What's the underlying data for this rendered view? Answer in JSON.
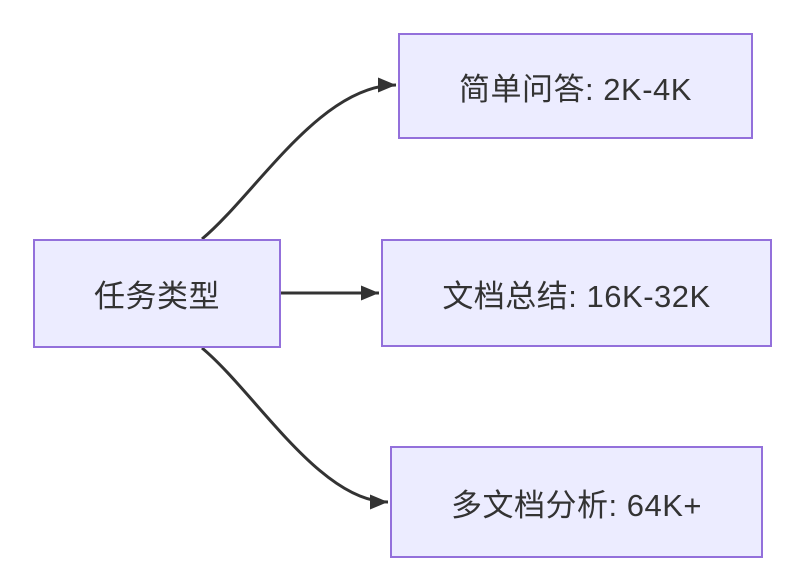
{
  "diagram": {
    "type": "flowchart-left-to-right",
    "root": {
      "label": "任务类型"
    },
    "children": [
      {
        "label": "简单问答: 2K-4K"
      },
      {
        "label": "文档总结: 16K-32K"
      },
      {
        "label": "多文档分析: 64K+"
      }
    ],
    "edges": [
      {
        "from": "任务类型",
        "to": "简单问答: 2K-4K"
      },
      {
        "from": "任务类型",
        "to": "文档总结: 16K-32K"
      },
      {
        "from": "任务类型",
        "to": "多文档分析: 64K+"
      }
    ],
    "colors": {
      "node_fill": "#ECECFF",
      "node_border": "#9370DB",
      "edge_stroke": "#333333",
      "text": "#333333",
      "background": "#FFFFFF"
    }
  }
}
